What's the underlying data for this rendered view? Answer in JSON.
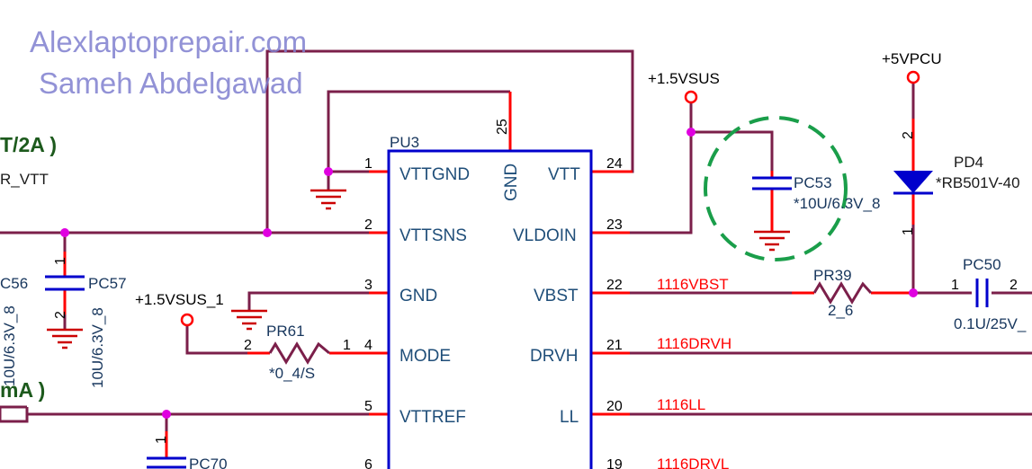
{
  "watermark": {
    "line1": "Alexlaptoprepair.com",
    "line2": "Sameh Abdelgawad"
  },
  "ic": {
    "ref": "PU3",
    "pins_left": [
      {
        "num": "1",
        "name": "VTTGND"
      },
      {
        "num": "2",
        "name": "VTTSNS"
      },
      {
        "num": "3",
        "name": "GND"
      },
      {
        "num": "4",
        "name": "MODE"
      },
      {
        "num": "5",
        "name": "VTTREF"
      },
      {
        "num": "6",
        "name": ""
      }
    ],
    "pins_right": [
      {
        "num": "24",
        "name": "VTT"
      },
      {
        "num": "23",
        "name": "VLDOIN"
      },
      {
        "num": "22",
        "name": "VBST"
      },
      {
        "num": "21",
        "name": "DRVH"
      },
      {
        "num": "20",
        "name": "LL"
      },
      {
        "num": "19",
        "name": ""
      }
    ],
    "pin_top": {
      "num": "25",
      "name": "GND"
    }
  },
  "nets": {
    "vbst": "1116VBST",
    "drvh": "1116DRVH",
    "ll": "1116LL",
    "drvl": "1116DRVL"
  },
  "power": {
    "vsus_right": "+1.5VSUS",
    "vpcu": "+5VPCU",
    "vsus_left": "+1.5VSUS_1"
  },
  "components": {
    "pc53": {
      "ref": "PC53",
      "value": "*10U/6.3V_8"
    },
    "pc57": {
      "ref": "PC57",
      "value": "10U/6.3V_8",
      "pin_top": "1",
      "pin_bottom": "2"
    },
    "pc56": {
      "ref": "C56",
      "value": "10U/6.3V_8"
    },
    "pc70": {
      "ref": "PC70",
      "pin_top": "1"
    },
    "pr61": {
      "ref": "PR61",
      "value": "*0_4/S",
      "pin_left": "2",
      "pin_right": "1"
    },
    "pr39": {
      "ref": "PR39",
      "value": "2_6"
    },
    "pd4": {
      "ref": "PD4",
      "value": "*RB501V-40",
      "pin_top": "2",
      "pin_bottom": "1"
    },
    "pc50": {
      "ref": "PC50",
      "value": "0.1U/25V_",
      "pin_left": "1",
      "pin_right": "2"
    }
  },
  "partial_labels": {
    "top_left": "T/2A )",
    "r_vtt": "R_VTT",
    "ma": "mA )"
  },
  "colors": {
    "wire": "#7b1f4a",
    "lead": "#ff0000",
    "ic_outline": "#0000cc",
    "cap_plate": "#0000cc",
    "highlight_circle": "#1a9e4a",
    "ground": "#cc0000"
  }
}
